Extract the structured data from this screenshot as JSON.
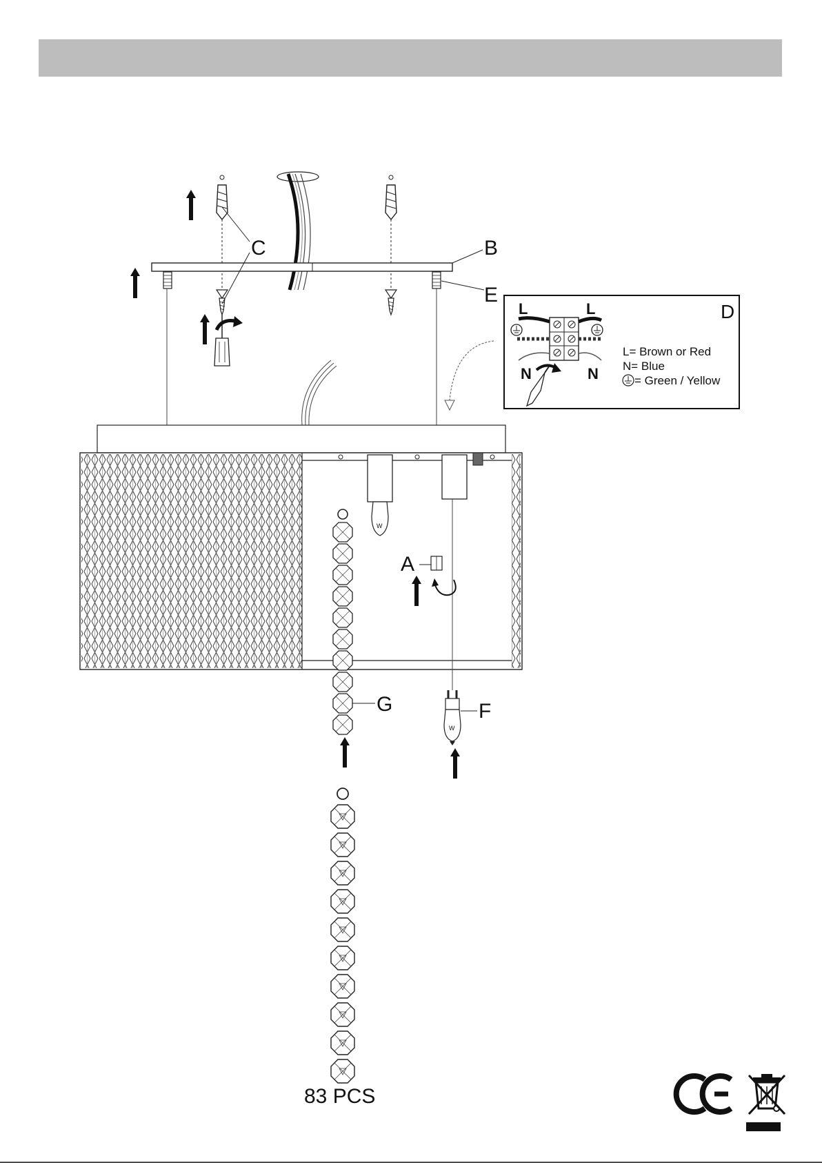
{
  "labels": {
    "a": "A",
    "b": "B",
    "c": "C",
    "d": "D",
    "e": "E",
    "f": "F",
    "g": "G"
  },
  "wiring": {
    "live_left": "L",
    "live_right": "L",
    "neutral_left": "N",
    "neutral_right": "N",
    "legend_live": "L= Brown or Red",
    "legend_neutral": "N= Blue",
    "legend_earth": "= Green / Yellow",
    "earth_icon": "earth-ground-icon"
  },
  "bulb_marking": "W",
  "quantity": "83 PCS",
  "marks": {
    "ce": "CE",
    "weee": "weee-crossed-bin-icon"
  },
  "colors": {
    "header_bar": "#bdbdbd",
    "line": "#111111",
    "arrow": "#111111"
  }
}
